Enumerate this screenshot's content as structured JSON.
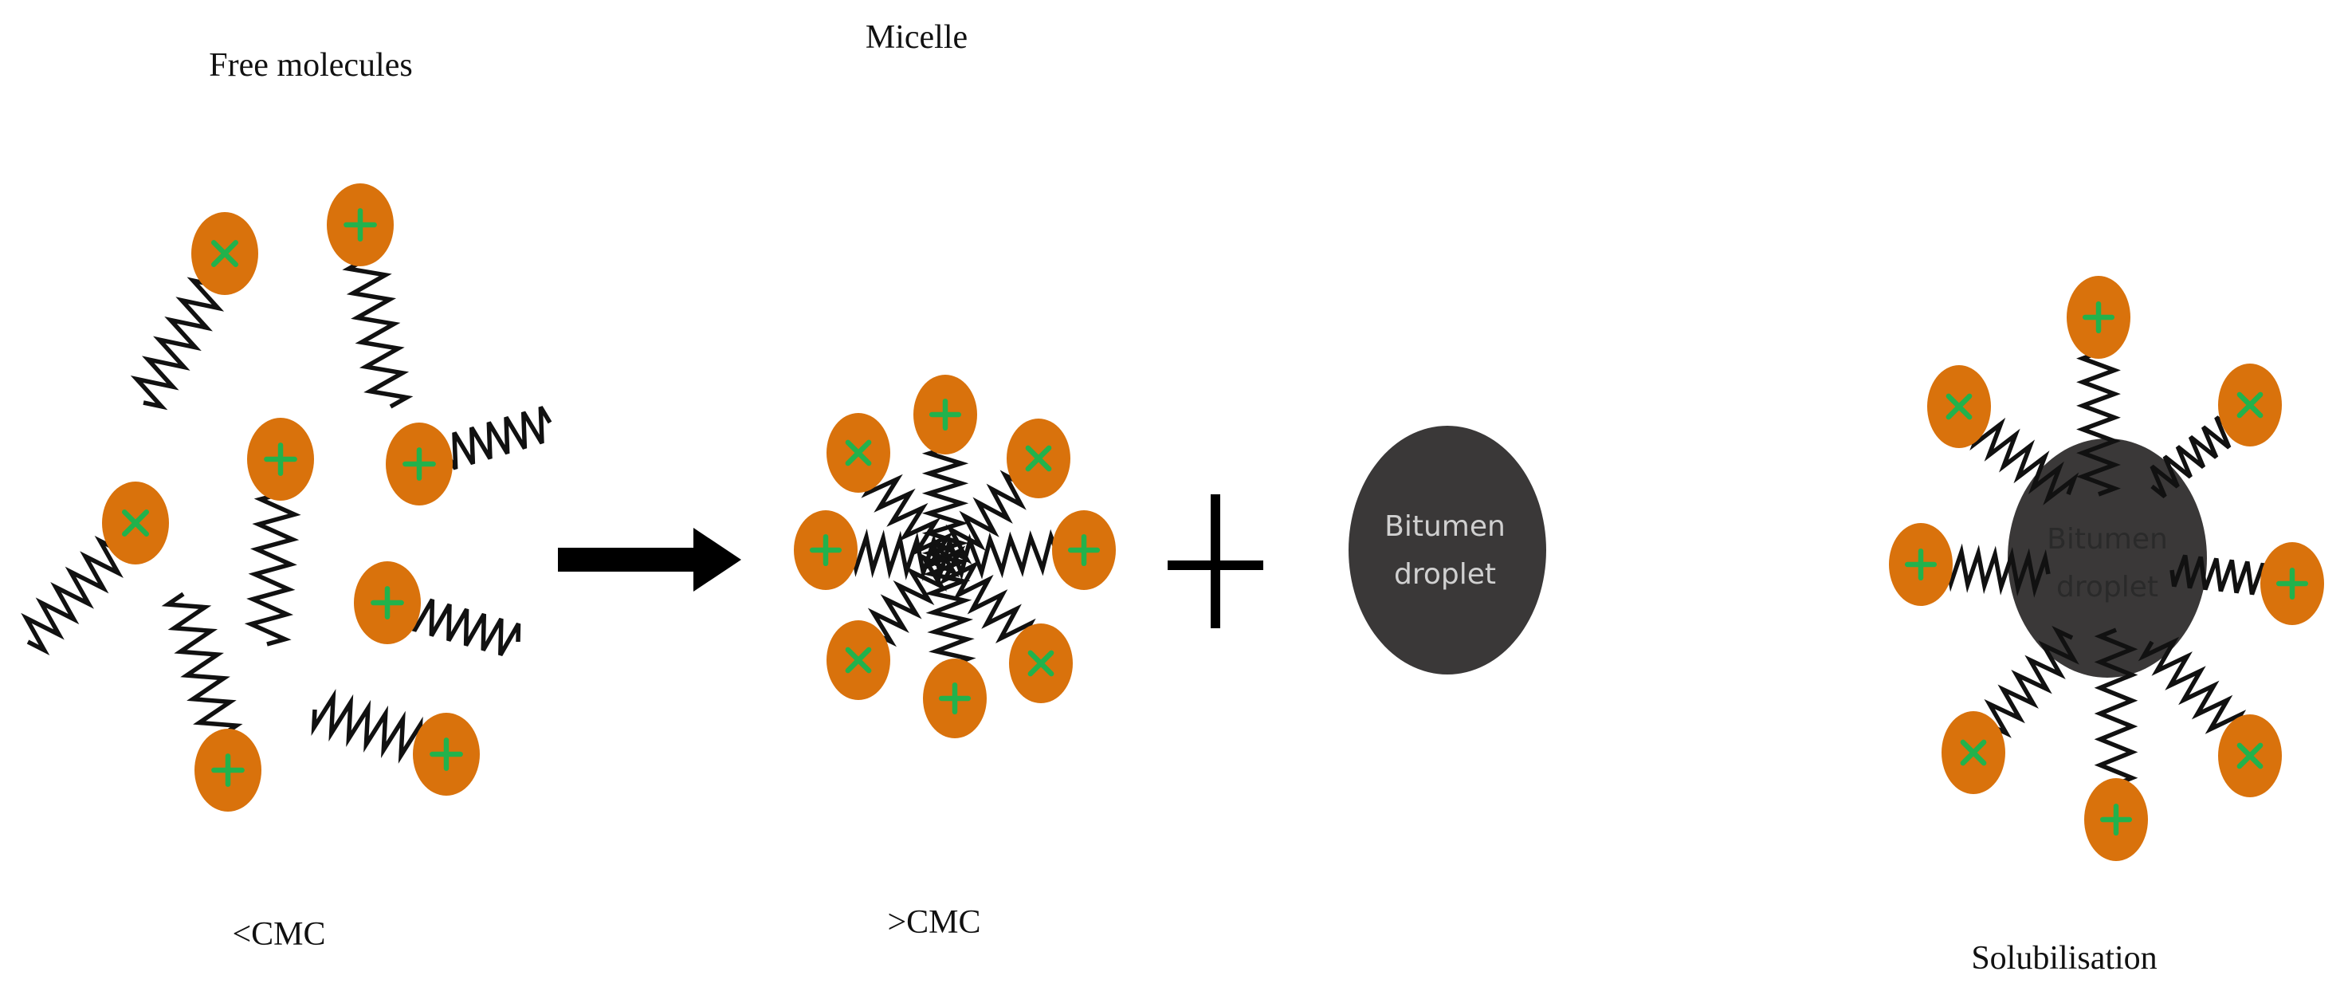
{
  "labels": {
    "free_molecules": "Free molecules",
    "micelle": "Micelle",
    "below_cmc": "<CMC",
    "above_cmc": ">CMC",
    "solubilisation": "Solubilisation"
  },
  "droplet": {
    "line1": "Bitumen",
    "line2": "droplet"
  },
  "colors": {
    "head": "#d9720c",
    "symbol": "#22b24c",
    "tail": "#111111",
    "droplet": "#3a3838",
    "background": "#ffffff"
  },
  "symbols": {
    "plus": "plus-icon",
    "cross": "cross-icon"
  }
}
